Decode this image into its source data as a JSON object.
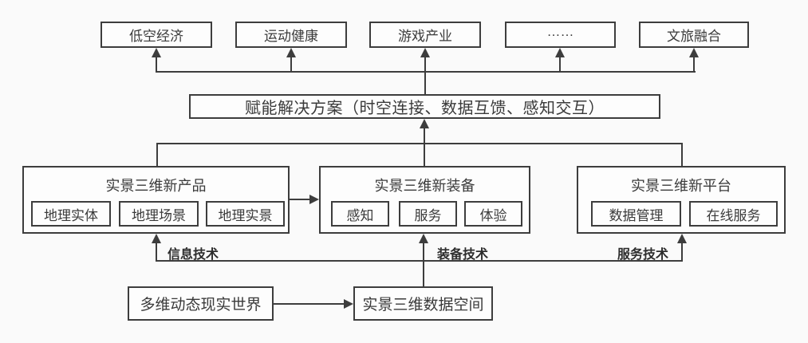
{
  "colors": {
    "line": "#3d3d3d",
    "text": "#3a3a3a",
    "bold_label": "#2d2d2d",
    "background": "#fafafa",
    "box_fill": "#fdfdfd"
  },
  "nodes": {
    "applications": [
      {
        "label": "低空经济"
      },
      {
        "label": "运动健康"
      },
      {
        "label": "游戏产业"
      },
      {
        "label": "……"
      },
      {
        "label": "文旅融合"
      }
    ],
    "solution": {
      "label": "赋能解决方案（时空连接、数据互馈、感知交互）"
    },
    "groups": [
      {
        "title": "实景三维新产品",
        "items": [
          {
            "label": "地理实体"
          },
          {
            "label": "地理场景"
          },
          {
            "label": "地理实景"
          }
        ]
      },
      {
        "title": "实景三维新装备",
        "items": [
          {
            "label": "感知"
          },
          {
            "label": "服务"
          },
          {
            "label": "体验"
          }
        ]
      },
      {
        "title": "实景三维新平台",
        "items": [
          {
            "label": "数据管理"
          },
          {
            "label": "在线服务"
          }
        ]
      }
    ],
    "tech_labels": [
      {
        "label": "信息技术"
      },
      {
        "label": "装备技术"
      },
      {
        "label": "服务技术"
      }
    ],
    "foundation": [
      {
        "label": "多维动态现实世界"
      },
      {
        "label": "实景三维数据空间"
      }
    ]
  }
}
